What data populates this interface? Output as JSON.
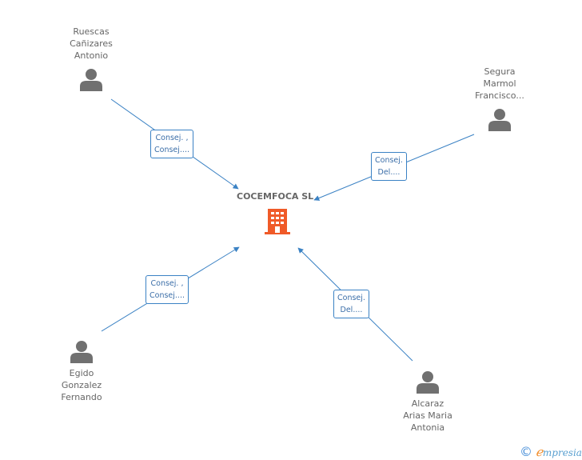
{
  "company": {
    "name": "COCEMFOCA SL"
  },
  "people": [
    {
      "id": "ruescas",
      "name_lines": [
        "Ruescas",
        "Cañizares",
        "Antonio"
      ]
    },
    {
      "id": "segura",
      "name_lines": [
        "Segura",
        "Marmol",
        "Francisco..."
      ]
    },
    {
      "id": "egido",
      "name_lines": [
        "Egido",
        "Gonzalez",
        "Fernando"
      ]
    },
    {
      "id": "alcaraz",
      "name_lines": [
        "Alcaraz",
        "Arias Maria",
        "Antonia"
      ]
    }
  ],
  "relations": [
    {
      "person": "ruescas",
      "label_lines": [
        "Consej. ,",
        "Consej...."
      ]
    },
    {
      "person": "segura",
      "label_lines": [
        "Consej.",
        "Del...."
      ]
    },
    {
      "person": "egido",
      "label_lines": [
        "Consej. ,",
        "Consej...."
      ]
    },
    {
      "person": "alcaraz",
      "label_lines": [
        "Consej.",
        "Del...."
      ]
    }
  ],
  "footer": {
    "copyright_symbol": "©",
    "brand_initial": "ℯ",
    "brand_rest": "mpresia"
  },
  "colors": {
    "edge": "#3b82c4",
    "company_icon": "#f05a28",
    "person_icon": "#707070",
    "text": "#666666"
  }
}
